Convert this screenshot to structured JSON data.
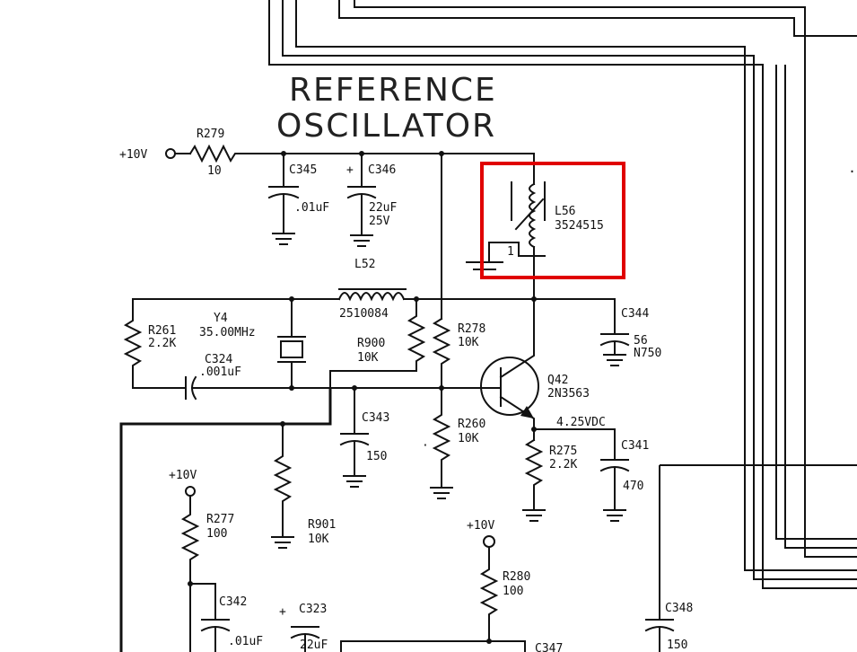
{
  "title": {
    "line1": "REFERENCE",
    "line2": "OSCILLATOR"
  },
  "colors": {
    "wire": "#111111",
    "highlight": "#e00000",
    "background": "#ffffff"
  },
  "labels": {
    "supply_top": "+10V",
    "supply_mid": "+10V",
    "supply_bottom": "+10V",
    "r279": "R279",
    "r279_val": "10",
    "c345": "C345",
    "c345_val": ".01uF",
    "c346": "C346",
    "c346_val1": "22uF",
    "c346_val2": "25V",
    "c346_pol": "+",
    "l56": "L56",
    "l56_val": "3524515",
    "l56_pin": "1",
    "l52": "L52",
    "l52_val": "2510084",
    "c344": "C344",
    "c344_val1": "56",
    "c344_val2": "N750",
    "r261": "R261",
    "r261_val": "2.2K",
    "y4": "Y4",
    "y4_val": "35.00MHz",
    "c324": "C324",
    "c324_val": ".001uF",
    "r900": "R900",
    "r900_val": "10K",
    "r278": "R278",
    "r278_val": "10K",
    "q42": "Q42",
    "q42_val": "2N3563",
    "c343": "C343",
    "c343_val": "150",
    "r260": "R260",
    "r260_val": "10K",
    "vdc": "4.25VDC",
    "r275": "R275",
    "r275_val": "2.2K",
    "c341": "C341",
    "c341_val": "470",
    "r277": "R277",
    "r277_val": "100",
    "r901": "R901",
    "r901_val": "10K",
    "r280": "R280",
    "r280_val": "100",
    "c342": "C342",
    "c342_val": ".01uF",
    "c323": "C323",
    "c323_val": "22uF",
    "c323_pol": "+",
    "c347": "C347",
    "c348": "C348",
    "c348_val": "150"
  }
}
